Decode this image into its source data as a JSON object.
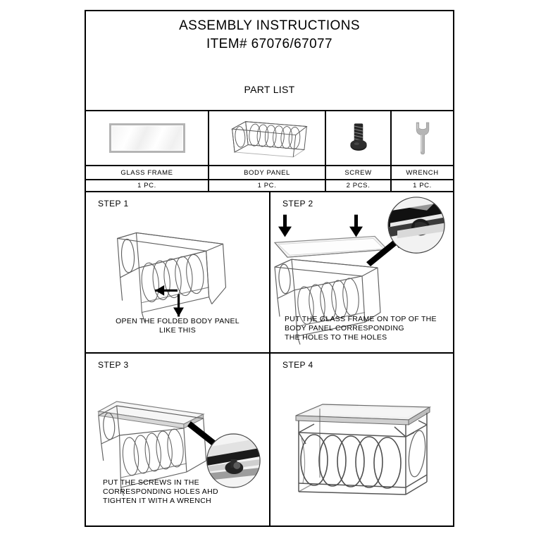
{
  "document": {
    "title_line1": "ASSEMBLY INSTRUCTIONS",
    "title_line2": "ITEM# 67076/67077",
    "part_list_heading": "PART LIST"
  },
  "part_list": {
    "columns": [
      {
        "name": "GLASS FRAME",
        "quantity": "1 PC.",
        "icon": "glass-frame-icon"
      },
      {
        "name": "BODY PANEL",
        "quantity": "1 PC.",
        "icon": "body-panel-icon"
      },
      {
        "name": "SCREW",
        "quantity": "2 PCS.",
        "icon": "screw-icon"
      },
      {
        "name": "WRENCH",
        "quantity": "1 PC.",
        "icon": "wrench-icon"
      }
    ]
  },
  "steps": [
    {
      "label": "STEP 1",
      "caption": "OPEN THE FOLDED BODY PANEL\nLIKE THIS"
    },
    {
      "label": "STEP 2",
      "caption": "PUT THE GLASS FRAME ON TOP OF THE\nBODY PANEL CORRESPONDING\nTHE HOLES TO THE HOLES"
    },
    {
      "label": "STEP 3",
      "caption": "PUT THE SCREWS IN THE\nCORRESPONDING HOLES AHD\nTIGHTEN IT WITH A WRENCH"
    },
    {
      "label": "STEP 4",
      "caption": ""
    }
  ],
  "colors": {
    "ink": "#000000",
    "paper": "#ffffff",
    "metal_line": "#6b6b6b",
    "glass_fill": "#f2f2f2",
    "screw_dark": "#2b2b2b",
    "wrench_gray": "#b0b0b0"
  }
}
